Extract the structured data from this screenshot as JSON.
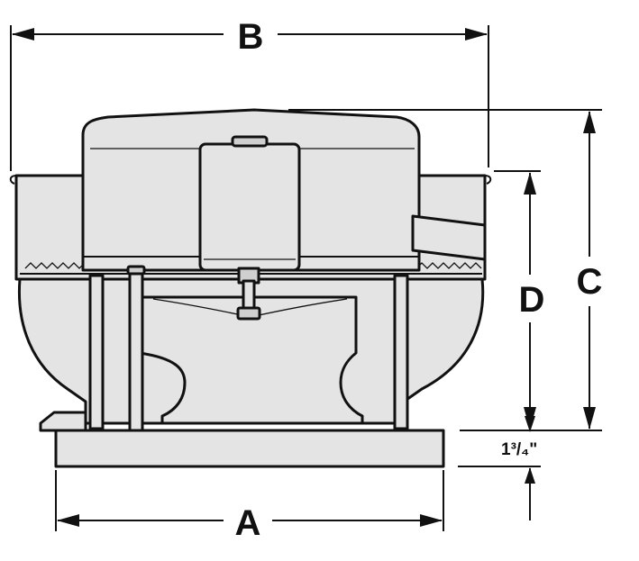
{
  "labels": {
    "width_base": "A",
    "width_top": "B",
    "height_total": "C",
    "height_curb": "D",
    "base_offset": "1³/₄\""
  },
  "colors": {
    "fill": "#e4e4e4",
    "stroke": "#111111",
    "background": "#ffffff"
  }
}
